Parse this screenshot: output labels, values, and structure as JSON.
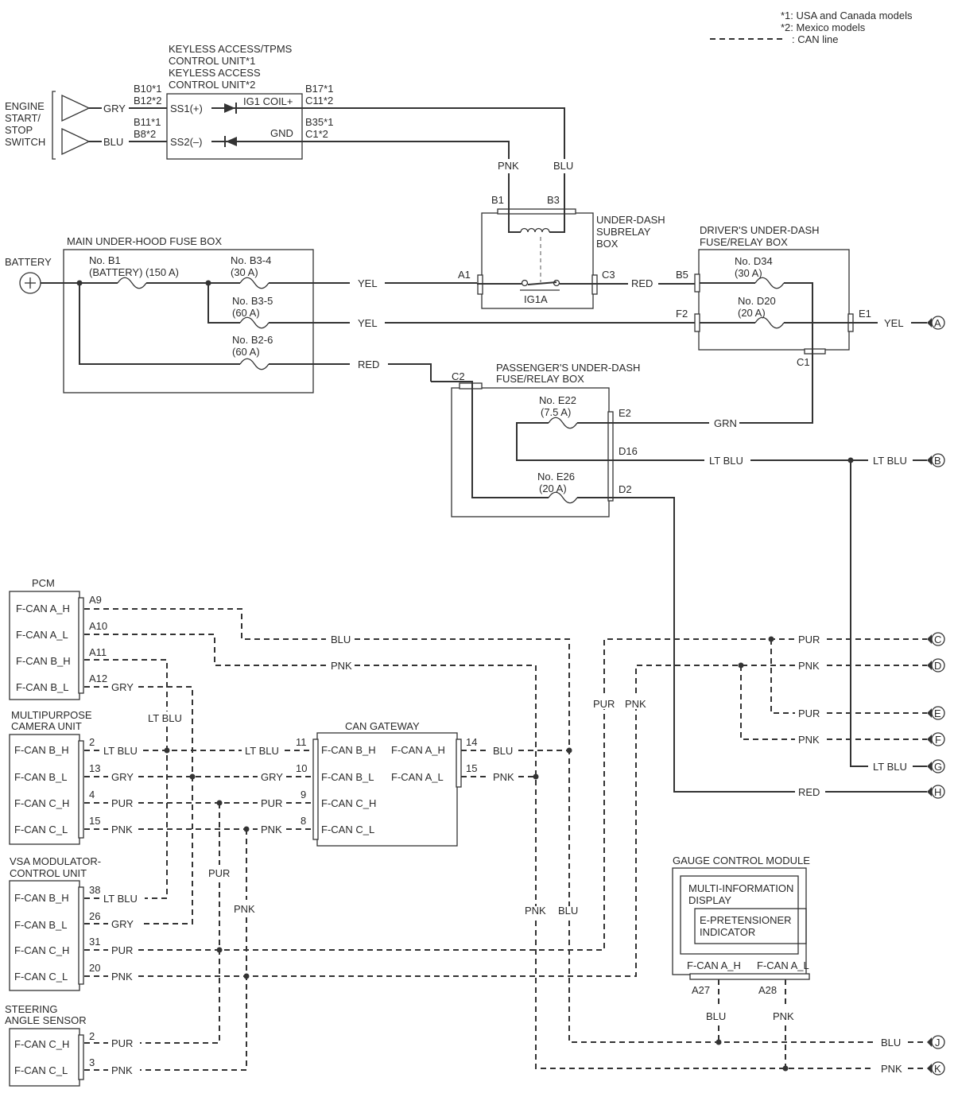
{
  "legend": {
    "n1": "*1: USA and Canada models",
    "n2": "*2: Mexico models",
    "can": ": CAN line"
  },
  "components": {
    "engine_start": [
      "ENGINE",
      "START/",
      "STOP",
      "SWITCH"
    ],
    "keyless": [
      "KEYLESS ACCESS/TPMS",
      "CONTROL UNIT*1",
      "KEYLESS ACCESS",
      "CONTROL UNIT*2"
    ],
    "keyless_terms": {
      "ss1": "SS1(+)",
      "ss2": "SS2(–)",
      "ig1coil": "IG1 COIL+",
      "gnd": "GND"
    },
    "subrelay": [
      "UNDER-DASH",
      "SUBRELAY",
      "BOX"
    ],
    "relay": "IG1A",
    "main_fuse": "MAIN UNDER-HOOD FUSE BOX",
    "battery": "BATTERY",
    "driver_box": [
      "DRIVER'S UNDER-DASH",
      "FUSE/RELAY BOX"
    ],
    "passenger_box": [
      "PASSENGER'S UNDER-DASH",
      "FUSE/RELAY BOX"
    ],
    "pcm": "PCM",
    "camera": [
      "MULTIPURPOSE",
      "CAMERA UNIT"
    ],
    "vsa": [
      "VSA MODULATOR-",
      "CONTROL UNIT"
    ],
    "steering": [
      "STEERING",
      "ANGLE SENSOR"
    ],
    "gateway": "CAN GATEWAY",
    "gauge": "GAUGE CONTROL MODULE",
    "mid": [
      "MULTI-INFORMATION",
      "DISPLAY"
    ],
    "epret": [
      "E-PRETENSIONER",
      "INDICATOR"
    ]
  },
  "fuses": {
    "b1": [
      "No. B1",
      "(BATTERY) (150 A)"
    ],
    "b34": [
      "No. B3-4",
      "(30 A)"
    ],
    "b35": [
      "No. B3-5",
      "(60 A)"
    ],
    "b26": [
      "No. B2-6",
      "(60 A)"
    ],
    "d34": [
      "No. D34",
      "(30 A)"
    ],
    "d20": [
      "No. D20",
      "(20 A)"
    ],
    "e22": [
      "No. E22",
      "(7.5 A)"
    ],
    "e26": [
      "No. E26",
      "(20 A)"
    ]
  },
  "connectors": {
    "b10": "B10*1",
    "b12": "B12*2",
    "b11": "B11*1",
    "b8": "B8*2",
    "b17": "B17*1",
    "c11": "C11*2",
    "b35": "B35*1",
    "c1k": "C1*2",
    "sb1": "B1",
    "sb3": "B3",
    "a1": "A1",
    "c3": "C3",
    "b5": "B5",
    "f2": "F2",
    "e1": "E1",
    "c1": "C1",
    "c2": "C2",
    "e2": "E2",
    "d16": "D16",
    "d2": "D2",
    "a9": "A9",
    "a10": "A10",
    "a11": "A11",
    "a12": "A12",
    "a27": "A27",
    "a28": "A28"
  },
  "pins": {
    "pcm": [
      "F-CAN A_H",
      "F-CAN A_L",
      "F-CAN B_H",
      "F-CAN B_L"
    ],
    "camera": [
      "F-CAN B_H",
      "F-CAN B_L",
      "F-CAN C_H",
      "F-CAN C_L"
    ],
    "camera_nums": [
      "2",
      "13",
      "4",
      "15"
    ],
    "vsa": [
      "F-CAN B_H",
      "F-CAN B_L",
      "F-CAN C_H",
      "F-CAN C_L"
    ],
    "vsa_nums": [
      "38",
      "26",
      "31",
      "20"
    ],
    "steer": [
      "F-CAN C_H",
      "F-CAN C_L"
    ],
    "steer_nums": [
      "2",
      "3"
    ],
    "gw_left": [
      "F-CAN B_H",
      "F-CAN B_L",
      "F-CAN C_H",
      "F-CAN C_L"
    ],
    "gw_left_nums": [
      "11",
      "10",
      "9",
      "8"
    ],
    "gw_right": [
      "F-CAN A_H",
      "F-CAN A_L"
    ],
    "gw_right_nums": [
      "14",
      "15"
    ],
    "gauge": [
      "F-CAN A_H",
      "F-CAN A_L"
    ]
  },
  "wires": {
    "gry": "GRY",
    "blu": "BLU",
    "pnk": "PNK",
    "yel": "YEL",
    "red": "RED",
    "grn": "GRN",
    "ltblu": "LT BLU",
    "pur": "PUR"
  },
  "terminals": [
    "A",
    "B",
    "C",
    "D",
    "E",
    "F",
    "G",
    "H",
    "J",
    "K"
  ]
}
